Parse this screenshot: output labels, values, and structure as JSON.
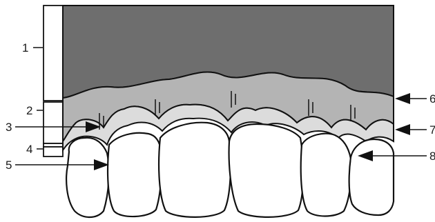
{
  "labels": {
    "l1": "1",
    "l2": "2",
    "l3": "3",
    "l4": "4",
    "l5": "5",
    "l6": "6",
    "l7": "7",
    "l8": "8"
  },
  "colors": {
    "outer_band": "#6e6e6e",
    "middle_band": "#b4b4b4",
    "inner_band": "#dcdcdc",
    "tooth": "#ffffff",
    "stroke": "#111111"
  }
}
